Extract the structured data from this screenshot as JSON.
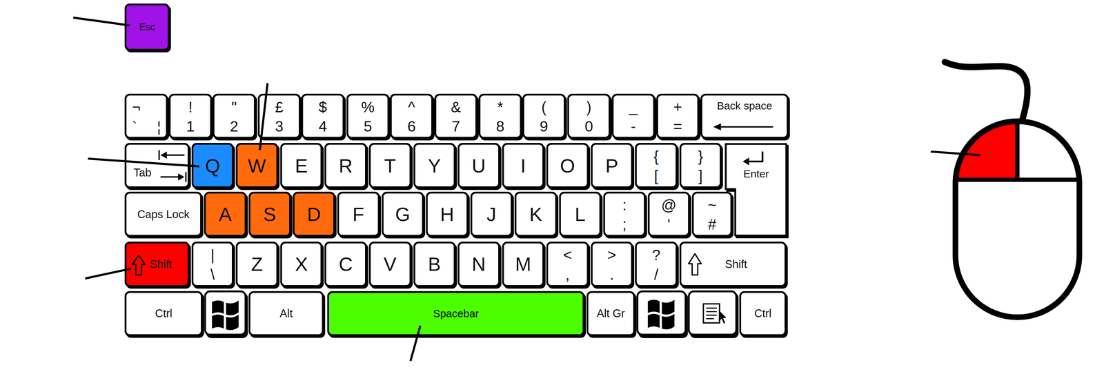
{
  "diagram": {
    "nodes": [
      {
        "text": [
          "Esc"
        ]
      },
      {
        "text": [
          "¬",
          "`",
          "¦"
        ]
      },
      {
        "text": [
          "!",
          "1"
        ]
      },
      {
        "text": [
          "\"",
          "2"
        ]
      },
      {
        "text": [
          "£",
          "3"
        ]
      },
      {
        "text": [
          "$",
          "4"
        ]
      },
      {
        "text": [
          "%",
          "5"
        ]
      },
      {
        "text": [
          "^",
          "6"
        ]
      },
      {
        "text": [
          "&",
          "7"
        ]
      },
      {
        "text": [
          "*",
          "8"
        ]
      },
      {
        "text": [
          "(",
          "9"
        ]
      },
      {
        "text": [
          ")",
          "0"
        ]
      },
      {
        "text": [
          "_",
          "-"
        ]
      },
      {
        "text": [
          "+",
          "="
        ]
      },
      {
        "text": [
          "Back space"
        ]
      },
      {
        "text": [
          "Tab"
        ]
      },
      {
        "text": [
          "Q"
        ]
      },
      {
        "text": [
          "W"
        ]
      },
      {
        "text": [
          "E"
        ]
      },
      {
        "text": [
          "R"
        ]
      },
      {
        "text": [
          "T"
        ]
      },
      {
        "text": [
          "Y"
        ]
      },
      {
        "text": [
          "U"
        ]
      },
      {
        "text": [
          "I"
        ]
      },
      {
        "text": [
          "O"
        ]
      },
      {
        "text": [
          "P"
        ]
      },
      {
        "text": [
          "{",
          "["
        ]
      },
      {
        "text": [
          "}",
          "]"
        ]
      },
      {
        "text": [
          "Enter"
        ]
      },
      {
        "text": [
          "Caps Lock"
        ]
      },
      {
        "text": [
          "A"
        ]
      },
      {
        "text": [
          "S"
        ]
      },
      {
        "text": [
          "D"
        ]
      },
      {
        "text": [
          "F"
        ]
      },
      {
        "text": [
          "G"
        ]
      },
      {
        "text": [
          "H"
        ]
      },
      {
        "text": [
          "J"
        ]
      },
      {
        "text": [
          "K"
        ]
      },
      {
        "text": [
          "L"
        ]
      },
      {
        "text": [
          ":",
          ";"
        ]
      },
      {
        "text": [
          "@",
          "'"
        ]
      },
      {
        "text": [
          "~",
          "#"
        ]
      },
      {
        "text": [
          "Shift"
        ]
      },
      {
        "text": [
          "|",
          "\\"
        ]
      },
      {
        "text": [
          "Z"
        ]
      },
      {
        "text": [
          "X"
        ]
      },
      {
        "text": [
          "C"
        ]
      },
      {
        "text": [
          "V"
        ]
      },
      {
        "text": [
          "B"
        ]
      },
      {
        "text": [
          "N"
        ]
      },
      {
        "text": [
          "M"
        ]
      },
      {
        "text": [
          "<",
          ","
        ]
      },
      {
        "text": [
          ">",
          "."
        ]
      },
      {
        "text": [
          "?",
          "/"
        ]
      },
      {
        "text": [
          "Shift"
        ]
      },
      {
        "text": [
          "Ctrl"
        ]
      },
      {
        "text": [
          "Alt"
        ]
      },
      {
        "text": [
          "Spacebar"
        ]
      },
      {
        "text": [
          "Alt Gr"
        ]
      },
      {
        "text": [
          "Ctrl"
        ]
      }
    ]
  }
}
